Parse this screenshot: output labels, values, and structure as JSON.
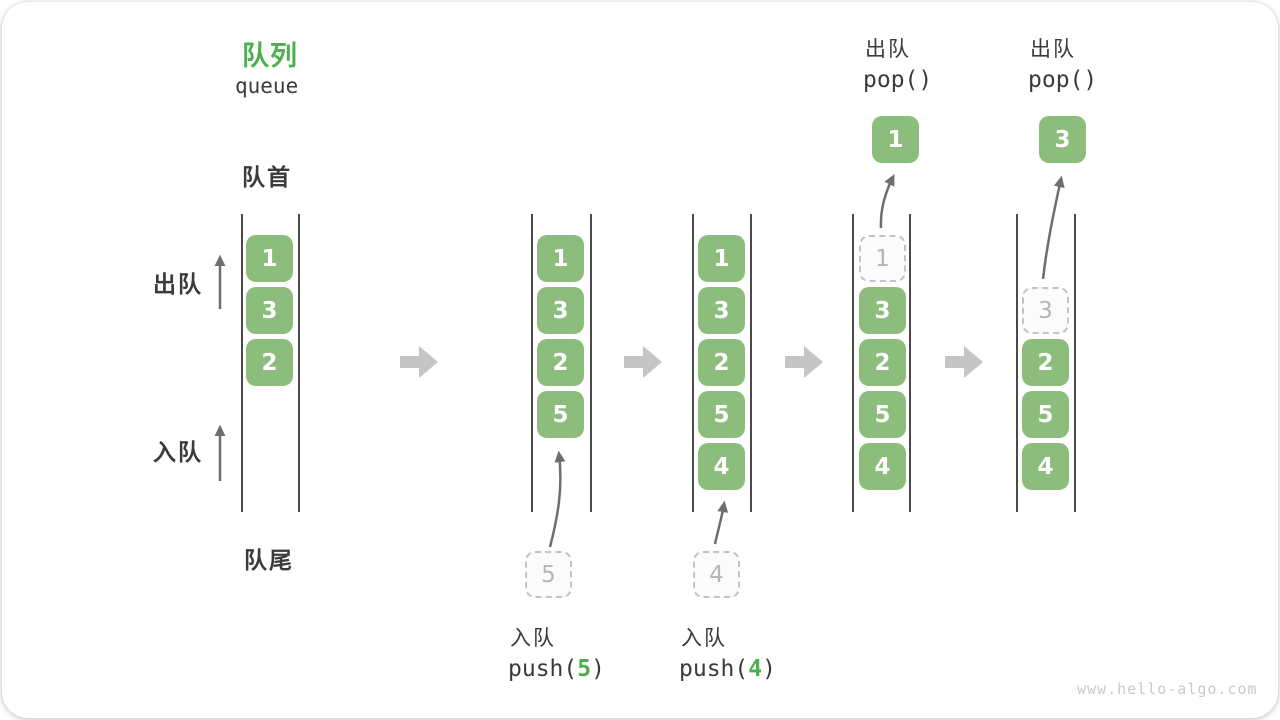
{
  "title": {
    "zh": "队列",
    "en": "queue"
  },
  "side_labels": {
    "front": "队首",
    "rear": "队尾",
    "dequeue": "出队",
    "enqueue": "入队"
  },
  "watermark": "www.hello-algo.com",
  "colors": {
    "title_green": "#4CAF50",
    "box_green": "#8CBD7D",
    "wall": "#4A4A4A",
    "block_arrow": "#C5C5C5",
    "thin_arrow": "#6E6E6E",
    "ghost_border": "#C3C3C3",
    "ghost_text": "#B5B5B5",
    "label_text": "#3B3B3B",
    "watermark_text": "#C9C9C9"
  },
  "states": [
    {
      "name": "initial",
      "boxes": [
        "1",
        "3",
        "2"
      ]
    },
    {
      "name": "after-push-5",
      "boxes": [
        "1",
        "3",
        "2",
        "5"
      ],
      "incoming": "5",
      "op": {
        "label": "入队",
        "code": "push(",
        "arg": "5",
        "close": ")"
      }
    },
    {
      "name": "after-push-4",
      "boxes": [
        "1",
        "3",
        "2",
        "5",
        "4"
      ],
      "incoming": "4",
      "op": {
        "label": "入队",
        "code": "push(",
        "arg": "4",
        "close": ")"
      }
    },
    {
      "name": "after-pop-1",
      "ghost": "1",
      "boxes": [
        "3",
        "2",
        "5",
        "4"
      ],
      "popped": "1",
      "op": {
        "label": "出队",
        "code": "pop()"
      }
    },
    {
      "name": "after-pop-3",
      "ghost": "3",
      "boxes": [
        "2",
        "5",
        "4"
      ],
      "popped": "3",
      "op": {
        "label": "出队",
        "code": "pop()"
      }
    }
  ]
}
